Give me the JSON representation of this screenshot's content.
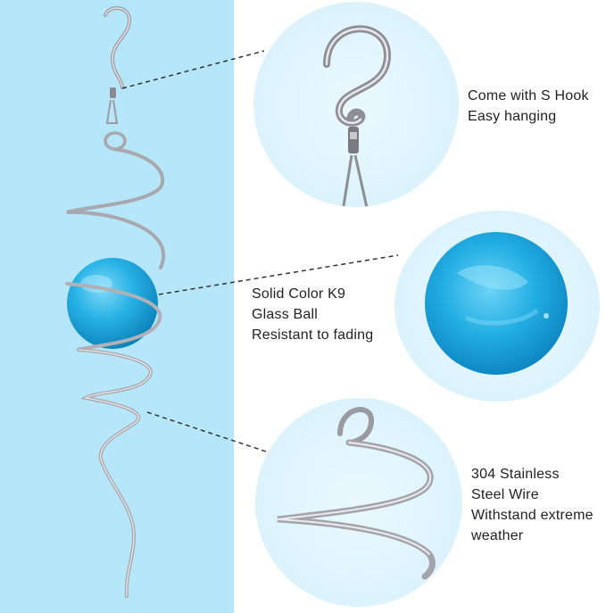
{
  "features": [
    {
      "lines": [
        "Come with S Hook",
        "Easy hanging"
      ],
      "icon": "s-hook-icon"
    },
    {
      "lines": [
        "Solid Color K9",
        "Glass Ball",
        "Resistant to fading"
      ],
      "icon": "glass-ball-icon"
    },
    {
      "lines": [
        "304 Stainless",
        "Steel Wire",
        "Withstand extreme",
        "weather"
      ],
      "icon": "steel-spiral-icon"
    }
  ],
  "colors": {
    "panel": "#b5e6f9",
    "circle": "#def4fd",
    "ball": "#1aa7dc",
    "wire": "#b9b9bd"
  }
}
